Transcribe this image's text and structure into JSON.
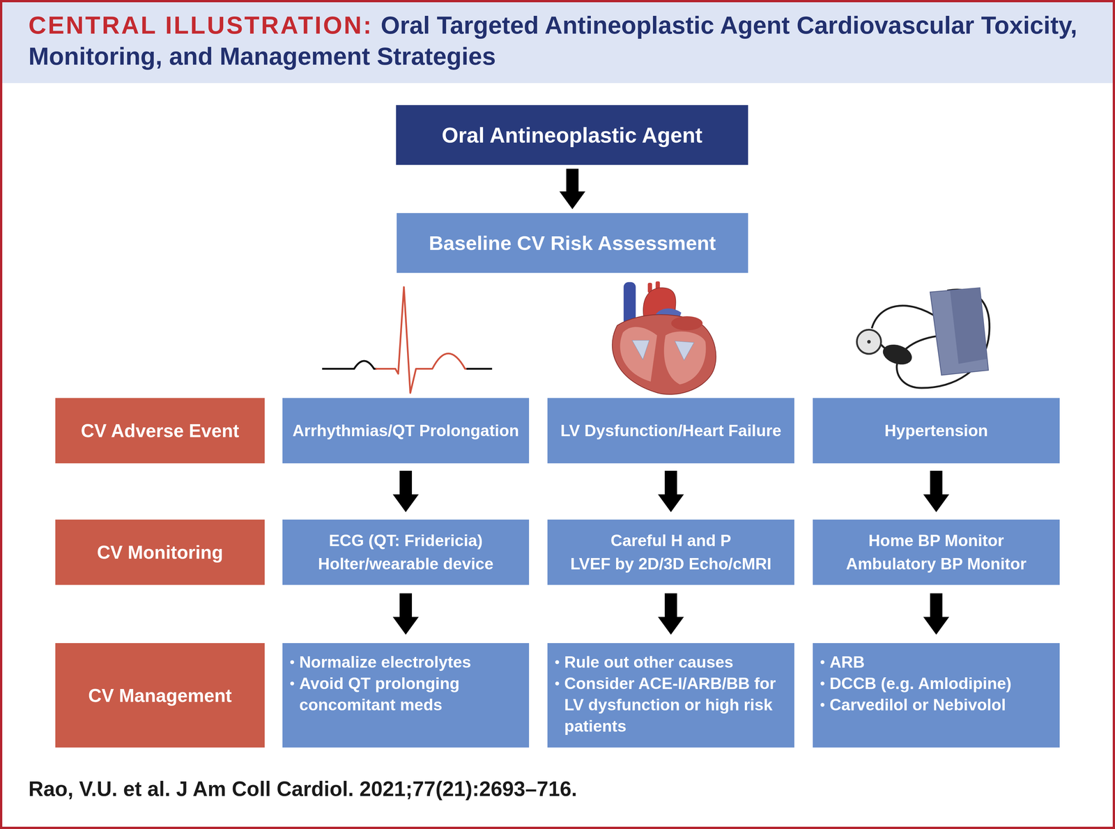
{
  "diagram": {
    "title": "Oral Targeted Antineoplastic Agent Cardiovascular Toxicity, Monitoring, and Management Strategies",
    "caption": "Rao, V.U. et al. J Am Coll Cardiol. 2021;77(21):2693–716.",
    "nodes": [
      {
        "text": [
          "Oral Antineoplastic Agent"
        ]
      },
      {
        "text": [
          "Baseline CV Risk Assessment"
        ]
      },
      {
        "text": [
          "CV Adverse Event"
        ]
      },
      {
        "text": [
          "Arrhythmias/QT Prolongation"
        ]
      },
      {
        "text": [
          "LV Dysfunction/Heart Failure"
        ]
      },
      {
        "text": [
          "Hypertension"
        ]
      },
      {
        "text": [
          "CV Monitoring"
        ]
      },
      {
        "text": [
          "ECG (QT: Fridericia)",
          "Holter/wearable device"
        ]
      },
      {
        "text": [
          "Careful H and P",
          "LVEF by 2D/3D Echo/cMRI"
        ]
      },
      {
        "text": [
          "Home BP Monitor",
          "Ambulatory BP Monitor"
        ]
      },
      {
        "text": [
          "CV Management"
        ]
      },
      {
        "text": [
          "Normalize electrolytes",
          "Avoid QT prolonging concomitant meds"
        ]
      },
      {
        "text": [
          "Rule out other causes",
          "Consider ACE-I/ARB/BB for LV dysfunction or high risk patients"
        ]
      },
      {
        "text": [
          "ARB",
          "DCCB (e.g. Amlodipine)",
          "Carvedilol or Nebivolol"
        ]
      }
    ],
    "edges": [
      {
        "from": 0,
        "to": 1,
        "arrow": "to"
      },
      {
        "from": 3,
        "to": 7,
        "arrow": "to"
      },
      {
        "from": 7,
        "to": 11,
        "arrow": "to"
      },
      {
        "from": 4,
        "to": 8,
        "arrow": "to"
      },
      {
        "from": 8,
        "to": 12,
        "arrow": "to"
      },
      {
        "from": 5,
        "to": 9,
        "arrow": "to"
      },
      {
        "from": 9,
        "to": 13,
        "arrow": "to"
      }
    ],
    "labels": [
      "CENTRAL ILLUSTRATION:"
    ]
  }
}
